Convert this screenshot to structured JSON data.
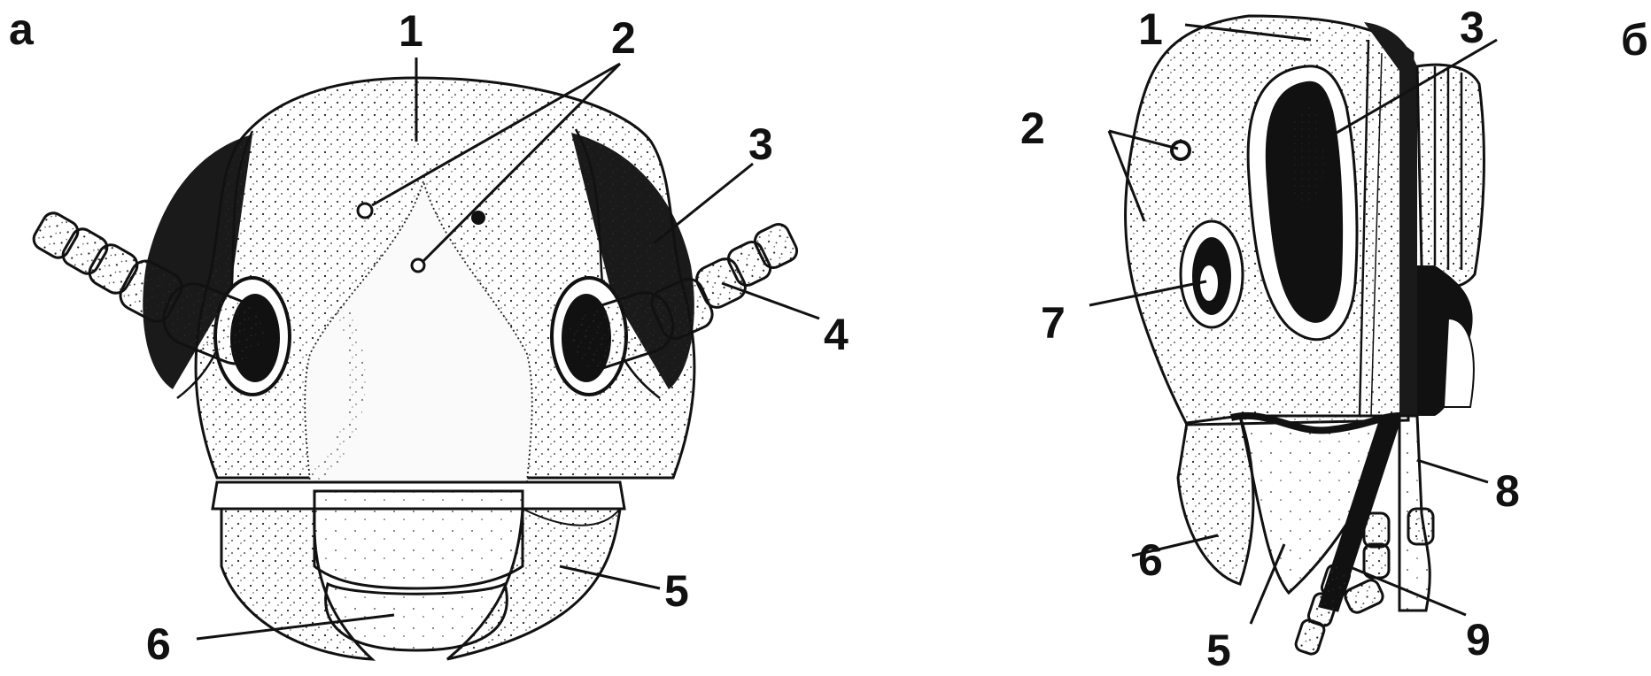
{
  "figure": {
    "panels": [
      {
        "id": "front",
        "letter": "a",
        "labels": [
          "1",
          "2",
          "3",
          "4",
          "5",
          "6"
        ]
      },
      {
        "id": "side",
        "letter": "б",
        "labels": [
          "1",
          "2",
          "3",
          "7",
          "6",
          "5",
          "8",
          "9"
        ]
      }
    ]
  },
  "colors": {
    "ink": "#111111",
    "eye": "#1a1a1a",
    "paper": "#ffffff",
    "shade": "#eeeeee"
  }
}
